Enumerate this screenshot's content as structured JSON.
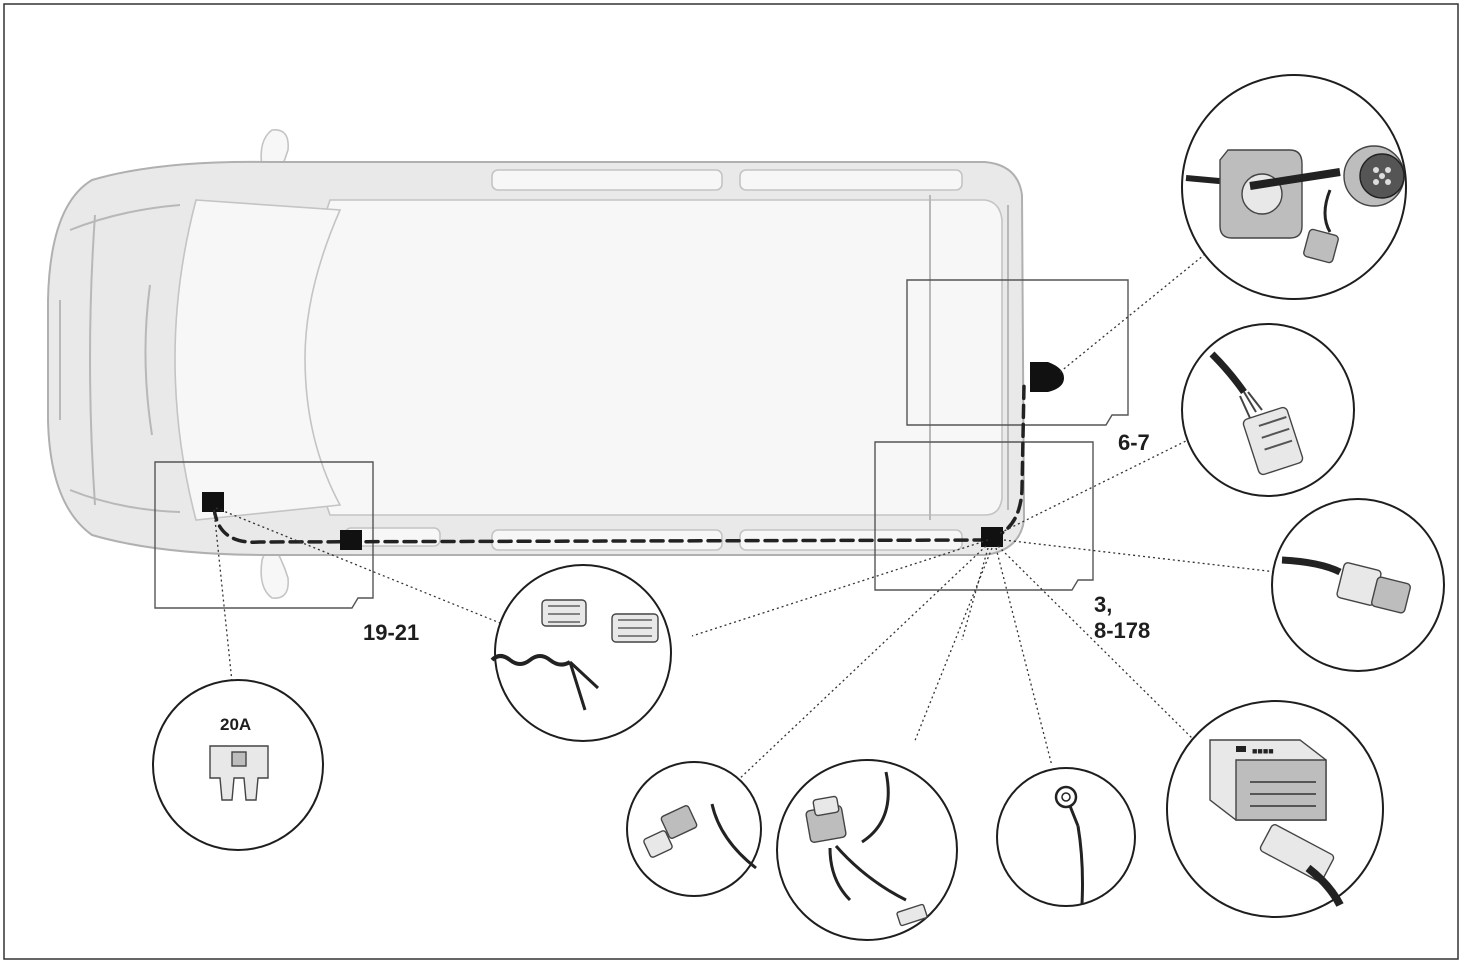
{
  "labels": {
    "front_section": "19-21",
    "rear_top_section": "6-7",
    "rear_bottom_section_line1": "3,",
    "rear_bottom_section_line2": "8-178",
    "fuse_rating": "20A"
  },
  "components": [
    "fuse-detail",
    "wire-splice-detail",
    "socket-detail",
    "connector-plug-detail",
    "connector-plug-side-detail",
    "control-module-detail",
    "ground-eyelet-detail",
    "relay-harness-detail",
    "clip-connector-detail"
  ]
}
